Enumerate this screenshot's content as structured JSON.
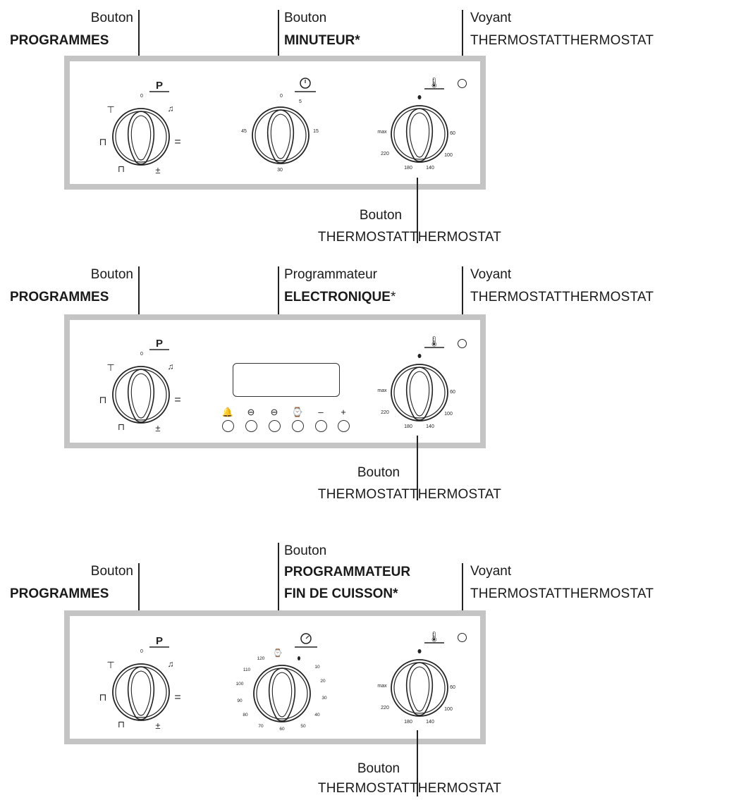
{
  "panels": [
    {
      "left_label": {
        "line1": "Bouton",
        "line2": "PROGRAMMES"
      },
      "middle_label": {
        "line1": "Bouton",
        "line2": "MINUTEUR*"
      },
      "right_label": {
        "line1": "Voyant",
        "line2": "THERMOSTATTHERMOSTAT"
      },
      "bottom_label": {
        "line1": "Bouton",
        "line2": "THERMOSTATTHERMOSTAT"
      },
      "prog_knob": {
        "symbol": "P",
        "zero": "0"
      },
      "timer_knob": {
        "marks": [
          "0",
          "5",
          "15",
          "30",
          "45"
        ]
      },
      "thermo_knob": {
        "marks": [
          "max",
          "220",
          "180",
          "140",
          "100",
          "60"
        ]
      }
    },
    {
      "left_label": {
        "line1": "Bouton",
        "line2": "PROGRAMMES"
      },
      "middle_label": {
        "line1": "Programmateur",
        "line2": "ELECTRONIQUE",
        "suffix": "*"
      },
      "right_label": {
        "line1": "Voyant",
        "line2": "THERMOSTATTHERMOSTAT"
      },
      "bottom_label": {
        "line1": "Bouton",
        "line2": "THERMOSTATTHERMOSTAT"
      },
      "prog_knob": {
        "symbol": "P",
        "zero": "0"
      },
      "programmer_buttons": [
        "🔔",
        "⊖",
        "⊖",
        "⌚",
        "–",
        "+"
      ],
      "thermo_knob": {
        "marks": [
          "max",
          "220",
          "180",
          "140",
          "100",
          "60"
        ]
      }
    },
    {
      "left_label": {
        "line1": "Bouton",
        "line2": "PROGRAMMES"
      },
      "middle_label": {
        "line1": "Bouton",
        "line2": "PROGRAMMATEUR",
        "line3": "FIN DE CUISSON*"
      },
      "right_label": {
        "line1": "Voyant",
        "line2": "THERMOSTATTHERMOSTAT"
      },
      "bottom_label": {
        "line1": "Bouton",
        "line2": "THERMOSTATTHERMOSTAT"
      },
      "prog_knob": {
        "symbol": "P",
        "zero": "0"
      },
      "end_knob": {
        "marks": [
          "120",
          "110",
          "100",
          "90",
          "80",
          "70",
          "60",
          "50",
          "40",
          "30",
          "20",
          "10"
        ]
      },
      "thermo_knob": {
        "marks": [
          "max",
          "220",
          "180",
          "140",
          "100",
          "60"
        ]
      }
    }
  ]
}
